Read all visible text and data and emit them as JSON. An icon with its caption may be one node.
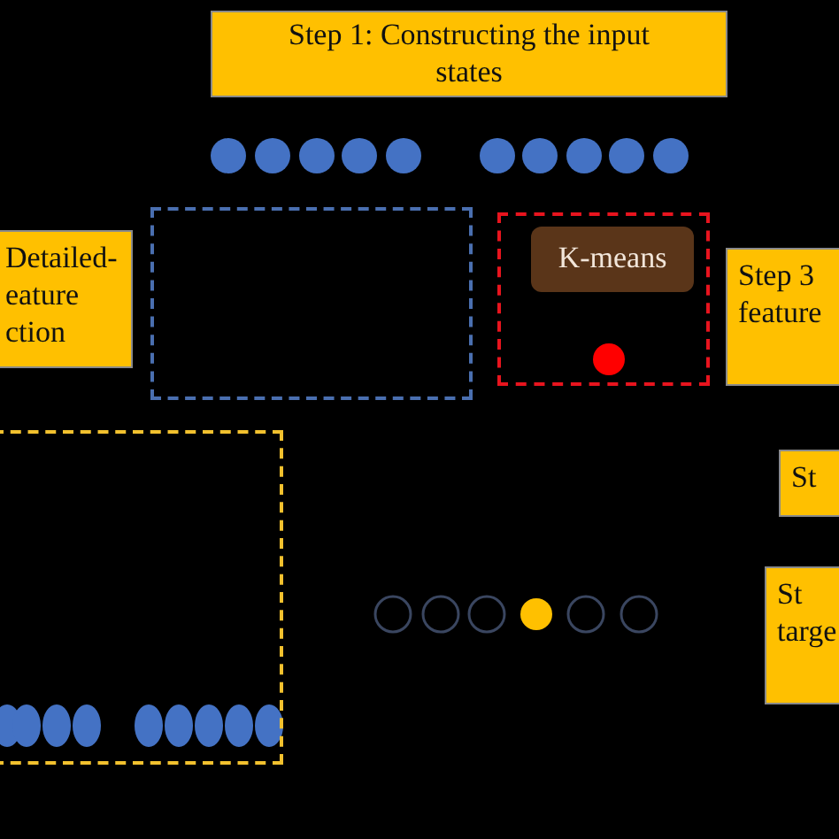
{
  "diagram": {
    "nodes": [
      {
        "text": [
          "Step 1: Constructing the input states"
        ]
      },
      {
        "text": [],
        "shape": "box"
      },
      {
        "text": [],
        "shape": "box"
      },
      {
        "text": [
          "K-means"
        ],
        "in": 2
      },
      {
        "text": [
          "Detailed- eature ction"
        ]
      },
      {
        "text": [
          "Step 3 feature"
        ]
      },
      {
        "text": [],
        "shape": "box"
      },
      {
        "text": [
          "St"
        ]
      },
      {
        "text": [
          "St targe"
        ]
      }
    ]
  }
}
